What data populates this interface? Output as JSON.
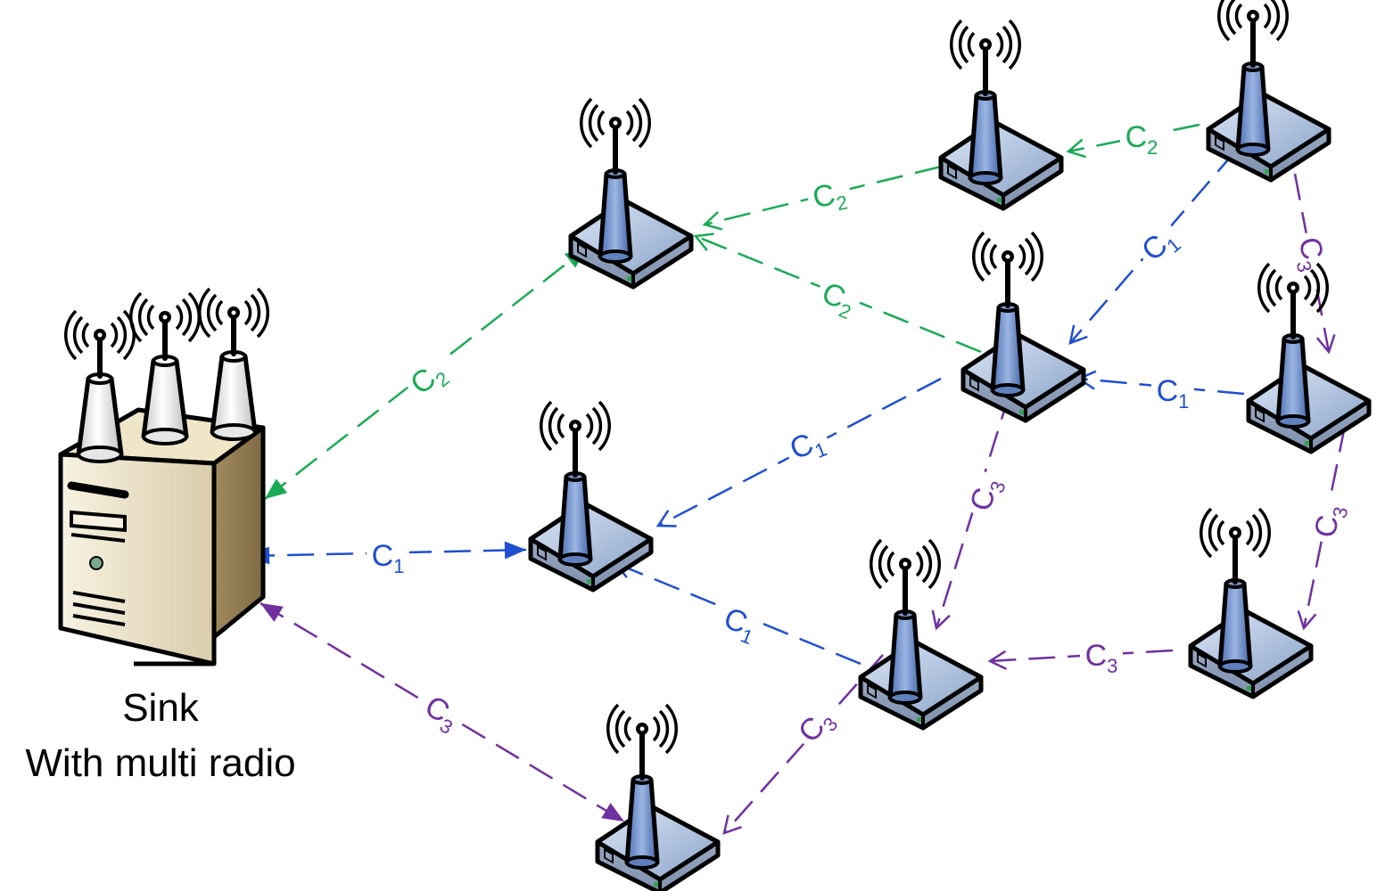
{
  "sink": {
    "title": "Sink",
    "subtitle": "With multi radio"
  },
  "channels": {
    "C1": {
      "letter": "C",
      "sub": "1",
      "color": "#1f4fd0"
    },
    "C2": {
      "letter": "C",
      "sub": "2",
      "color": "#1aaa55"
    },
    "C3": {
      "letter": "C",
      "sub": "3",
      "color": "#7030a0"
    }
  },
  "routers": [
    "router-a",
    "router-b",
    "router-c",
    "router-d",
    "router-e",
    "router-f",
    "router-g",
    "router-h",
    "router-i",
    "router-j"
  ],
  "links": [
    {
      "id": "sink-a",
      "channel": "C2"
    },
    {
      "id": "b-a",
      "channel": "C2"
    },
    {
      "id": "c-b",
      "channel": "C2"
    },
    {
      "id": "e-a",
      "channel": "C2"
    },
    {
      "id": "sink-d",
      "channel": "C1"
    },
    {
      "id": "e-d",
      "channel": "C1"
    },
    {
      "id": "c-e",
      "channel": "C1"
    },
    {
      "id": "f-e",
      "channel": "C1"
    },
    {
      "id": "h-d",
      "channel": "C1"
    },
    {
      "id": "sink-j",
      "channel": "C3"
    },
    {
      "id": "h-j",
      "channel": "C3"
    },
    {
      "id": "e-h",
      "channel": "C3"
    },
    {
      "id": "c-f",
      "channel": "C3"
    },
    {
      "id": "f-i",
      "channel": "C3"
    },
    {
      "id": "i-h",
      "channel": "C3"
    }
  ]
}
